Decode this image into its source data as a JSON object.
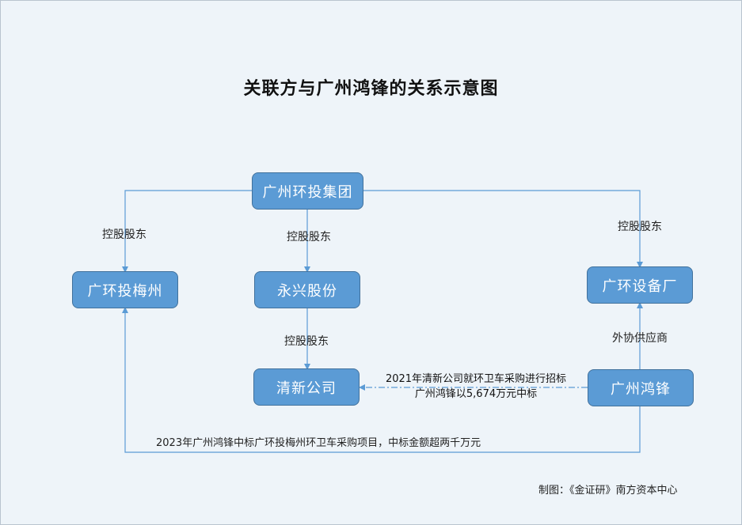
{
  "title": "关联方与广州鸿锋的关系示意图",
  "nodes": {
    "huantou": "广州环投集团",
    "meizhou": "广环投梅州",
    "yongxing": "永兴股份",
    "shebei": "广环设备厂",
    "qingxin": "清新公司",
    "hongfeng": "广州鸿锋"
  },
  "edges": {
    "kg_meizhou": "控股股东",
    "kg_yongxing": "控股股东",
    "kg_shebei": "控股股东",
    "kg_qingxin": "控股股东",
    "supplier": "外协供应商",
    "tender_line1": "2021年清新公司就环卫车采购进行招标",
    "tender_line2": "广州鸿锋以5,674万元中标",
    "bid_2023": "2023年广州鸿锋中标广环投梅州环卫车采购项目，中标金额超两千万元"
  },
  "footer": "制图：《金证研》南方资本中心",
  "colors": {
    "node_fill": "#5b9bd5",
    "line": "#5b9bd5"
  }
}
